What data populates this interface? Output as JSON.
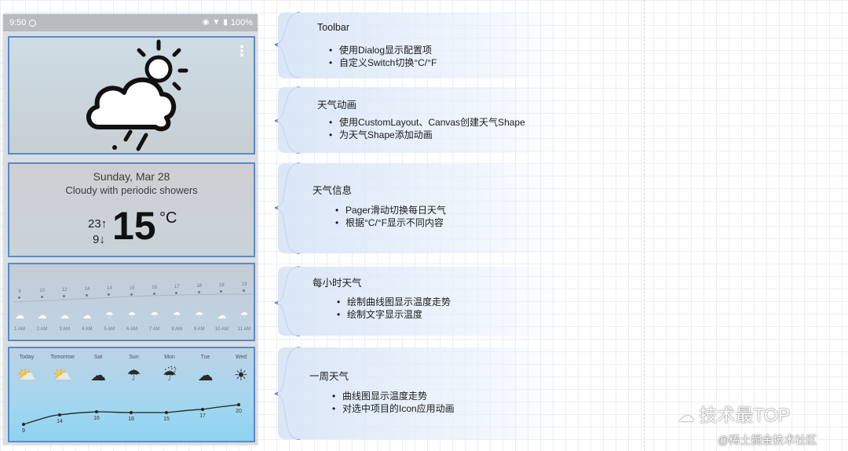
{
  "status_bar": {
    "time": "9:50",
    "battery": "100%"
  },
  "animation_panel": {
    "menu_icon": "overflow-menu-icon",
    "weather_icon": "cloud-sun-rain-icon"
  },
  "weather_info": {
    "date": "Sunday, Mar 28",
    "condition": "Cloudy with periodic showers",
    "high": "23↑",
    "low": "9↓",
    "temperature": "15",
    "unit": "°C"
  },
  "hourly": {
    "temps": [
      "8",
      "10",
      "12",
      "14",
      "14",
      "15",
      "16",
      "17",
      "18",
      "18",
      "19"
    ],
    "times": [
      "1 AM",
      "2 AM",
      "3 AM",
      "4 AM",
      "5 AM",
      "6 AM",
      "7 AM",
      "8 AM",
      "9 AM",
      "10 AM",
      "11 AM"
    ],
    "icons": [
      "cloud",
      "cloud",
      "cloud",
      "cloud",
      "rain",
      "rain",
      "rain",
      "rain",
      "rain",
      "cloud",
      "rain"
    ]
  },
  "weekly": {
    "days": [
      "Today",
      "Tomorrow",
      "Sat",
      "Sun",
      "Mon",
      "Tue",
      "Wed"
    ],
    "icons": [
      "sun-cloud",
      "sun-cloud",
      "cloud",
      "rain",
      "heavy-rain",
      "cloud",
      "sun"
    ],
    "temps": [
      "9",
      "14",
      "16",
      "16",
      "15",
      "17",
      "20"
    ]
  },
  "callouts": [
    {
      "title": "Toolbar",
      "items": [
        "使用Dialog显示配置项",
        "自定义Switch切换°C/°F"
      ]
    },
    {
      "title": "天气动画",
      "items": [
        "使用CustomLayout、Canvas创建天气Shape",
        "为天气Shape添加动画"
      ]
    },
    {
      "title": "天气信息",
      "items": [
        "Pager滑动切换每日天气",
        "根据°C/°F显示不同内容"
      ]
    },
    {
      "title": "每小时天气",
      "items": [
        "绘制曲线图显示温度走势",
        "绘制文字显示温度"
      ]
    },
    {
      "title": "一周天气",
      "items": [
        "曲线图显示温度走势",
        "对选中项目的Icon应用动画"
      ]
    }
  ],
  "watermark": {
    "account": "技术最TOP",
    "source": "@稀土掘金技术社区"
  },
  "colors": {
    "panel_border": "#5b8ac6",
    "callout_bg": "#d6e4f6",
    "bracket": "#5b8ac6"
  }
}
